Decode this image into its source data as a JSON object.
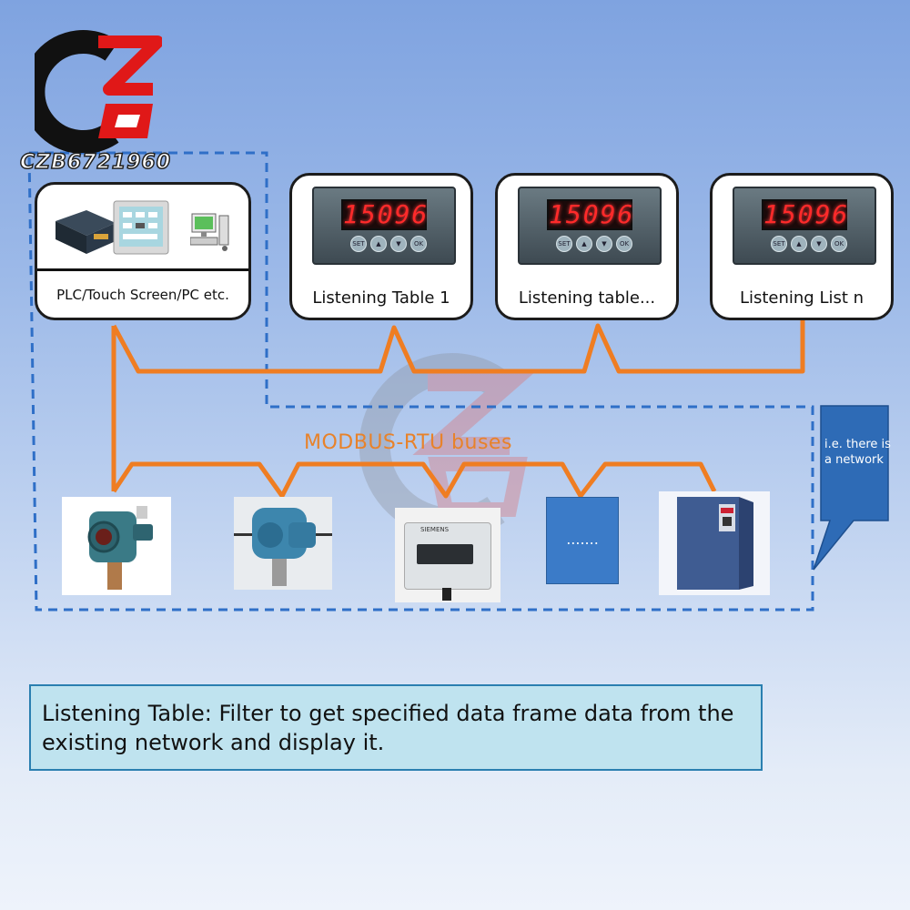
{
  "watermark_text": "CZB6721960",
  "controller_card": {
    "label": "PLC/Touch Screen/PC etc."
  },
  "listening_cards": [
    {
      "label": "Listening Table 1",
      "display": "15096"
    },
    {
      "label": "Listening table...",
      "display": "15096"
    },
    {
      "label": "Listening List n",
      "display": "15096"
    }
  ],
  "meter_buttons": [
    "SET",
    "",
    "",
    "OK"
  ],
  "bus_label": "MODBUS-RTU buses",
  "callout": {
    "text": "i.e. there is a network"
  },
  "devices": [
    {
      "name": "pressure-transmitter-1"
    },
    {
      "name": "pressure-transmitter-2"
    },
    {
      "name": "siemens-sensor",
      "brand": "SIEMENS"
    },
    {
      "name": "placeholder-device",
      "text": "......."
    },
    {
      "name": "frequency-inverter"
    }
  ],
  "note": {
    "text": "Listening Table: Filter to get specified data frame data from the existing network and display it."
  },
  "colors": {
    "bus_line": "#ef7d22",
    "dashed_border": "#2f6fc7",
    "logo_red": "#e01818",
    "logo_black": "#111111",
    "callout": "#2e6bb6",
    "note_bg": "#bfe3ef",
    "note_border": "#2a7fb0"
  }
}
